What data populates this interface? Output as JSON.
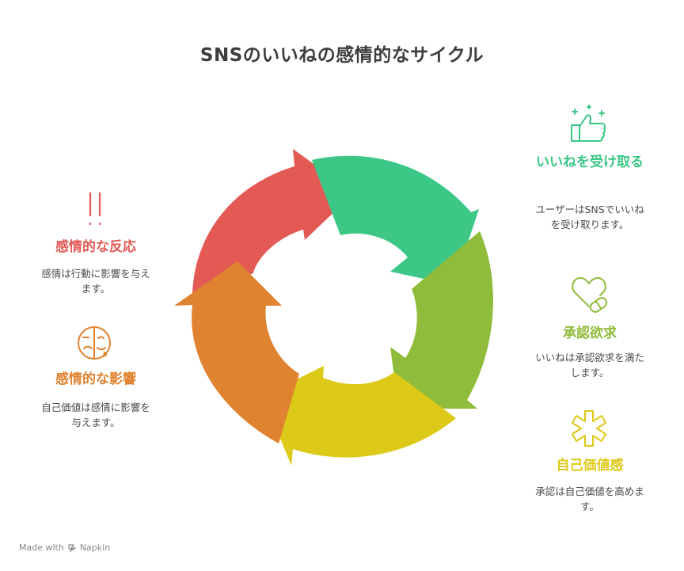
{
  "title": "SNSのいいねの感情的なサイクル",
  "colors": {
    "red": "#e35a55",
    "green": "#3cc786",
    "olive": "#8fbc3a",
    "yellow": "#dcc918",
    "orange": "#df8330"
  },
  "steps": [
    {
      "heading": "いいねを受け取る",
      "desc": "ユーザーはSNSでいいねを受け取ります。",
      "icon": "thumbs-up-sparkle-icon",
      "color": "green"
    },
    {
      "heading": "承認欲求",
      "desc": "いいねは承認欲求を満たします。",
      "icon": "heart-pill-icon",
      "color": "olive"
    },
    {
      "heading": "自己価値感",
      "desc": "承認は自己価値を高めます。",
      "icon": "asterisk-icon",
      "color": "yellow"
    },
    {
      "heading": "感情的な影響",
      "desc": "自己価値は感情に影響を与えます。",
      "icon": "sad-happy-mask-icon",
      "color": "orange"
    },
    {
      "heading": "感情的な反応",
      "desc": "感情は行動に影響を与えます。",
      "icon": "double-exclamation-icon",
      "color": "red"
    }
  ],
  "footer": {
    "prefix": "Made with",
    "brand": "Napkin"
  }
}
